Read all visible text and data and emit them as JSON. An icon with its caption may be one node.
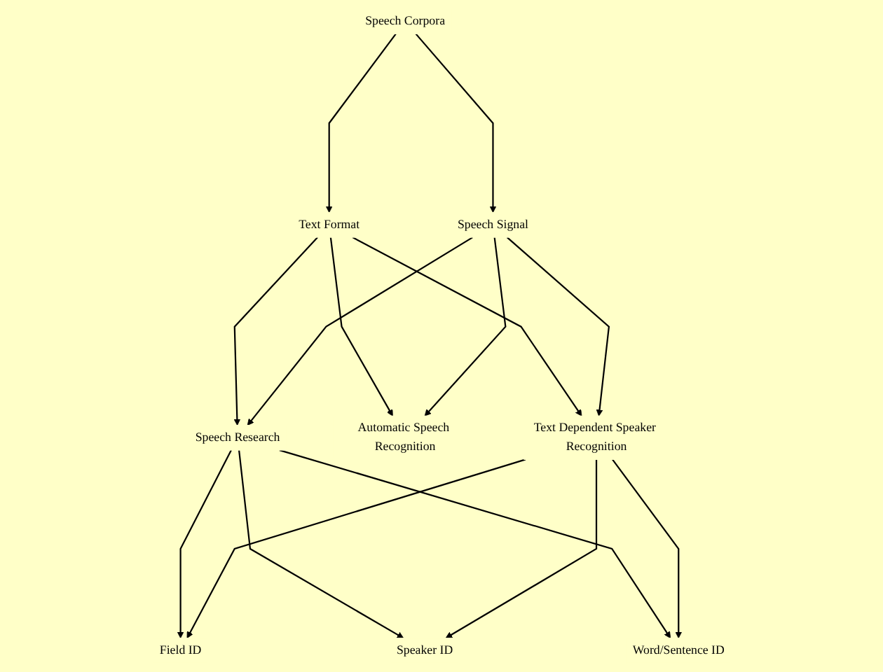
{
  "diagram": {
    "nodes": [
      {
        "text": [
          "Speech Corpora"
        ]
      },
      {
        "text": [
          "Text Format"
        ]
      },
      {
        "text": [
          "Speech Signal"
        ]
      },
      {
        "text": [
          "Speech Research"
        ]
      },
      {
        "text": [
          "Automatic Speech Recognition"
        ]
      },
      {
        "text": [
          "Text Dependent Speaker Recognition"
        ]
      },
      {
        "text": [
          "Field ID"
        ]
      },
      {
        "text": [
          "Speaker ID"
        ]
      },
      {
        "text": [
          "Word/Sentence ID"
        ]
      }
    ],
    "edges": [
      {
        "from": 0,
        "to": 1,
        "arrow": "to"
      },
      {
        "from": 0,
        "to": 2,
        "arrow": "to"
      },
      {
        "from": 1,
        "to": 3,
        "arrow": "to"
      },
      {
        "from": 1,
        "to": 4,
        "arrow": "to"
      },
      {
        "from": 1,
        "to": 5,
        "arrow": "to"
      },
      {
        "from": 2,
        "to": 3,
        "arrow": "to"
      },
      {
        "from": 2,
        "to": 4,
        "arrow": "to"
      },
      {
        "from": 2,
        "to": 5,
        "arrow": "to"
      },
      {
        "from": 3,
        "to": 6,
        "arrow": "to"
      },
      {
        "from": 3,
        "to": 7,
        "arrow": "to"
      },
      {
        "from": 3,
        "to": 8,
        "arrow": "to"
      },
      {
        "from": 5,
        "to": 6,
        "arrow": "to"
      },
      {
        "from": 5,
        "to": 7,
        "arrow": "to"
      },
      {
        "from": 5,
        "to": 8,
        "arrow": "to"
      }
    ]
  }
}
